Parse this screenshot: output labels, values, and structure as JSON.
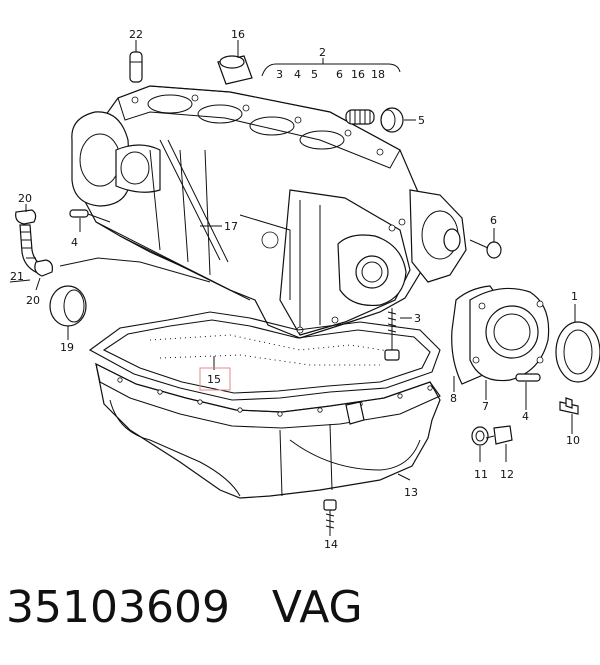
{
  "diagram": {
    "callouts": [
      {
        "id": "22",
        "label": "22"
      },
      {
        "id": "16a",
        "label": "16"
      },
      {
        "id": "2",
        "label": "2"
      },
      {
        "id": "3a",
        "label": "3"
      },
      {
        "id": "4a",
        "label": "4"
      },
      {
        "id": "5a",
        "label": "5"
      },
      {
        "id": "6a",
        "label": "6"
      },
      {
        "id": "16b",
        "label": "16"
      },
      {
        "id": "18",
        "label": "18"
      },
      {
        "id": "5b",
        "label": "5"
      },
      {
        "id": "6b",
        "label": "6"
      },
      {
        "id": "20a",
        "label": "20"
      },
      {
        "id": "4b",
        "label": "4"
      },
      {
        "id": "17",
        "label": "17"
      },
      {
        "id": "21",
        "label": "21"
      },
      {
        "id": "20b",
        "label": "20"
      },
      {
        "id": "19",
        "label": "19"
      },
      {
        "id": "3b",
        "label": "3"
      },
      {
        "id": "1",
        "label": "1"
      },
      {
        "id": "15",
        "label": "15"
      },
      {
        "id": "8",
        "label": "8"
      },
      {
        "id": "7",
        "label": "7"
      },
      {
        "id": "4c",
        "label": "4"
      },
      {
        "id": "10",
        "label": "10"
      },
      {
        "id": "11",
        "label": "11"
      },
      {
        "id": "12",
        "label": "12"
      },
      {
        "id": "13",
        "label": "13"
      },
      {
        "id": "14",
        "label": "14"
      }
    ],
    "highlight_color": "#e28b8b"
  },
  "footer": {
    "part_number": "35103609",
    "brand": "VAG"
  }
}
